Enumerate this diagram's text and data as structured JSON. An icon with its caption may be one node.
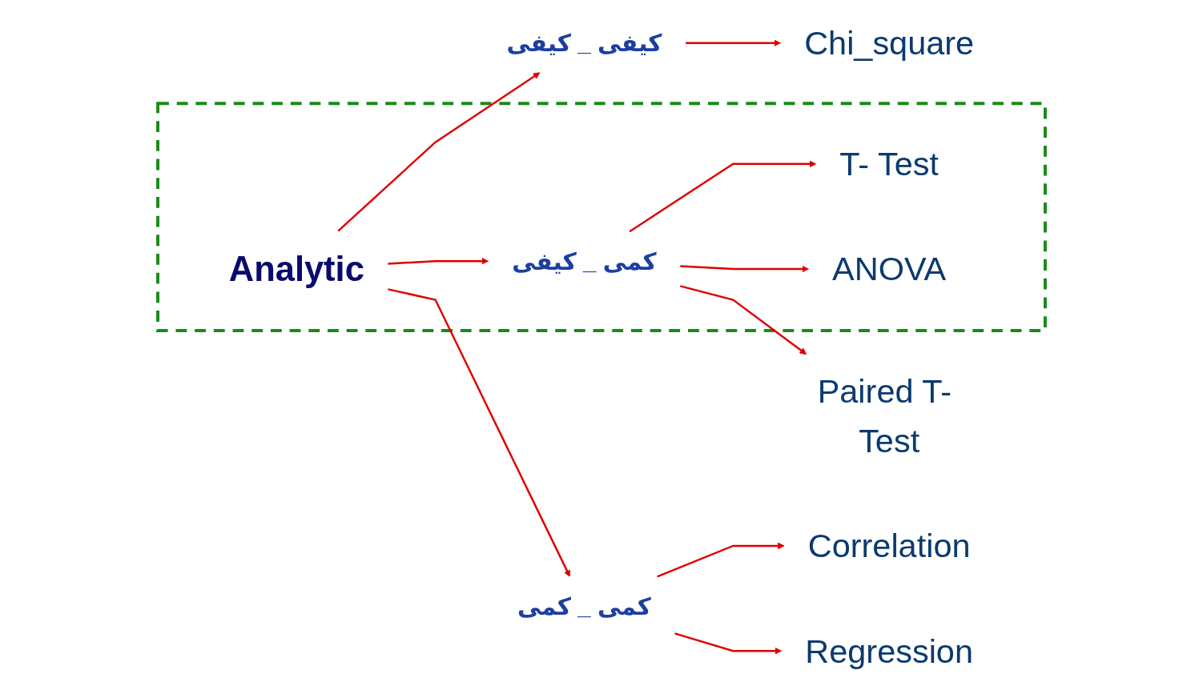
{
  "diagram": {
    "nodes": [
      {
        "text": [],
        "shape": "box"
      },
      {
        "text": [
          "Analytic"
        ],
        "in": 0
      },
      {
        "text": [
          "کیفی _ کیفی"
        ]
      },
      {
        "text": [
          "کمی _ کیفی"
        ],
        "in": 0
      },
      {
        "text": [
          "کمی _ کمی"
        ]
      },
      {
        "text": [
          "Chi_square"
        ]
      },
      {
        "text": [
          "T- Test"
        ],
        "in": 0
      },
      {
        "text": [
          "ANOVA"
        ],
        "in": 0
      },
      {
        "text": [
          "Paired T- Test"
        ]
      },
      {
        "text": [
          "Correlation"
        ]
      },
      {
        "text": [
          "Regression"
        ]
      }
    ],
    "edges": [
      {
        "from": 1,
        "to": 2,
        "arrow": "to"
      },
      {
        "from": 1,
        "to": 3,
        "arrow": "to"
      },
      {
        "from": 1,
        "to": 4,
        "arrow": "to"
      },
      {
        "from": 2,
        "to": 5,
        "arrow": "to"
      },
      {
        "from": 3,
        "to": 6,
        "arrow": "to"
      },
      {
        "from": 3,
        "to": 7,
        "arrow": "to"
      },
      {
        "from": 3,
        "to": 8,
        "arrow": "to"
      },
      {
        "from": 4,
        "to": 9,
        "arrow": "to"
      },
      {
        "from": 4,
        "to": 10,
        "arrow": "to"
      }
    ]
  }
}
